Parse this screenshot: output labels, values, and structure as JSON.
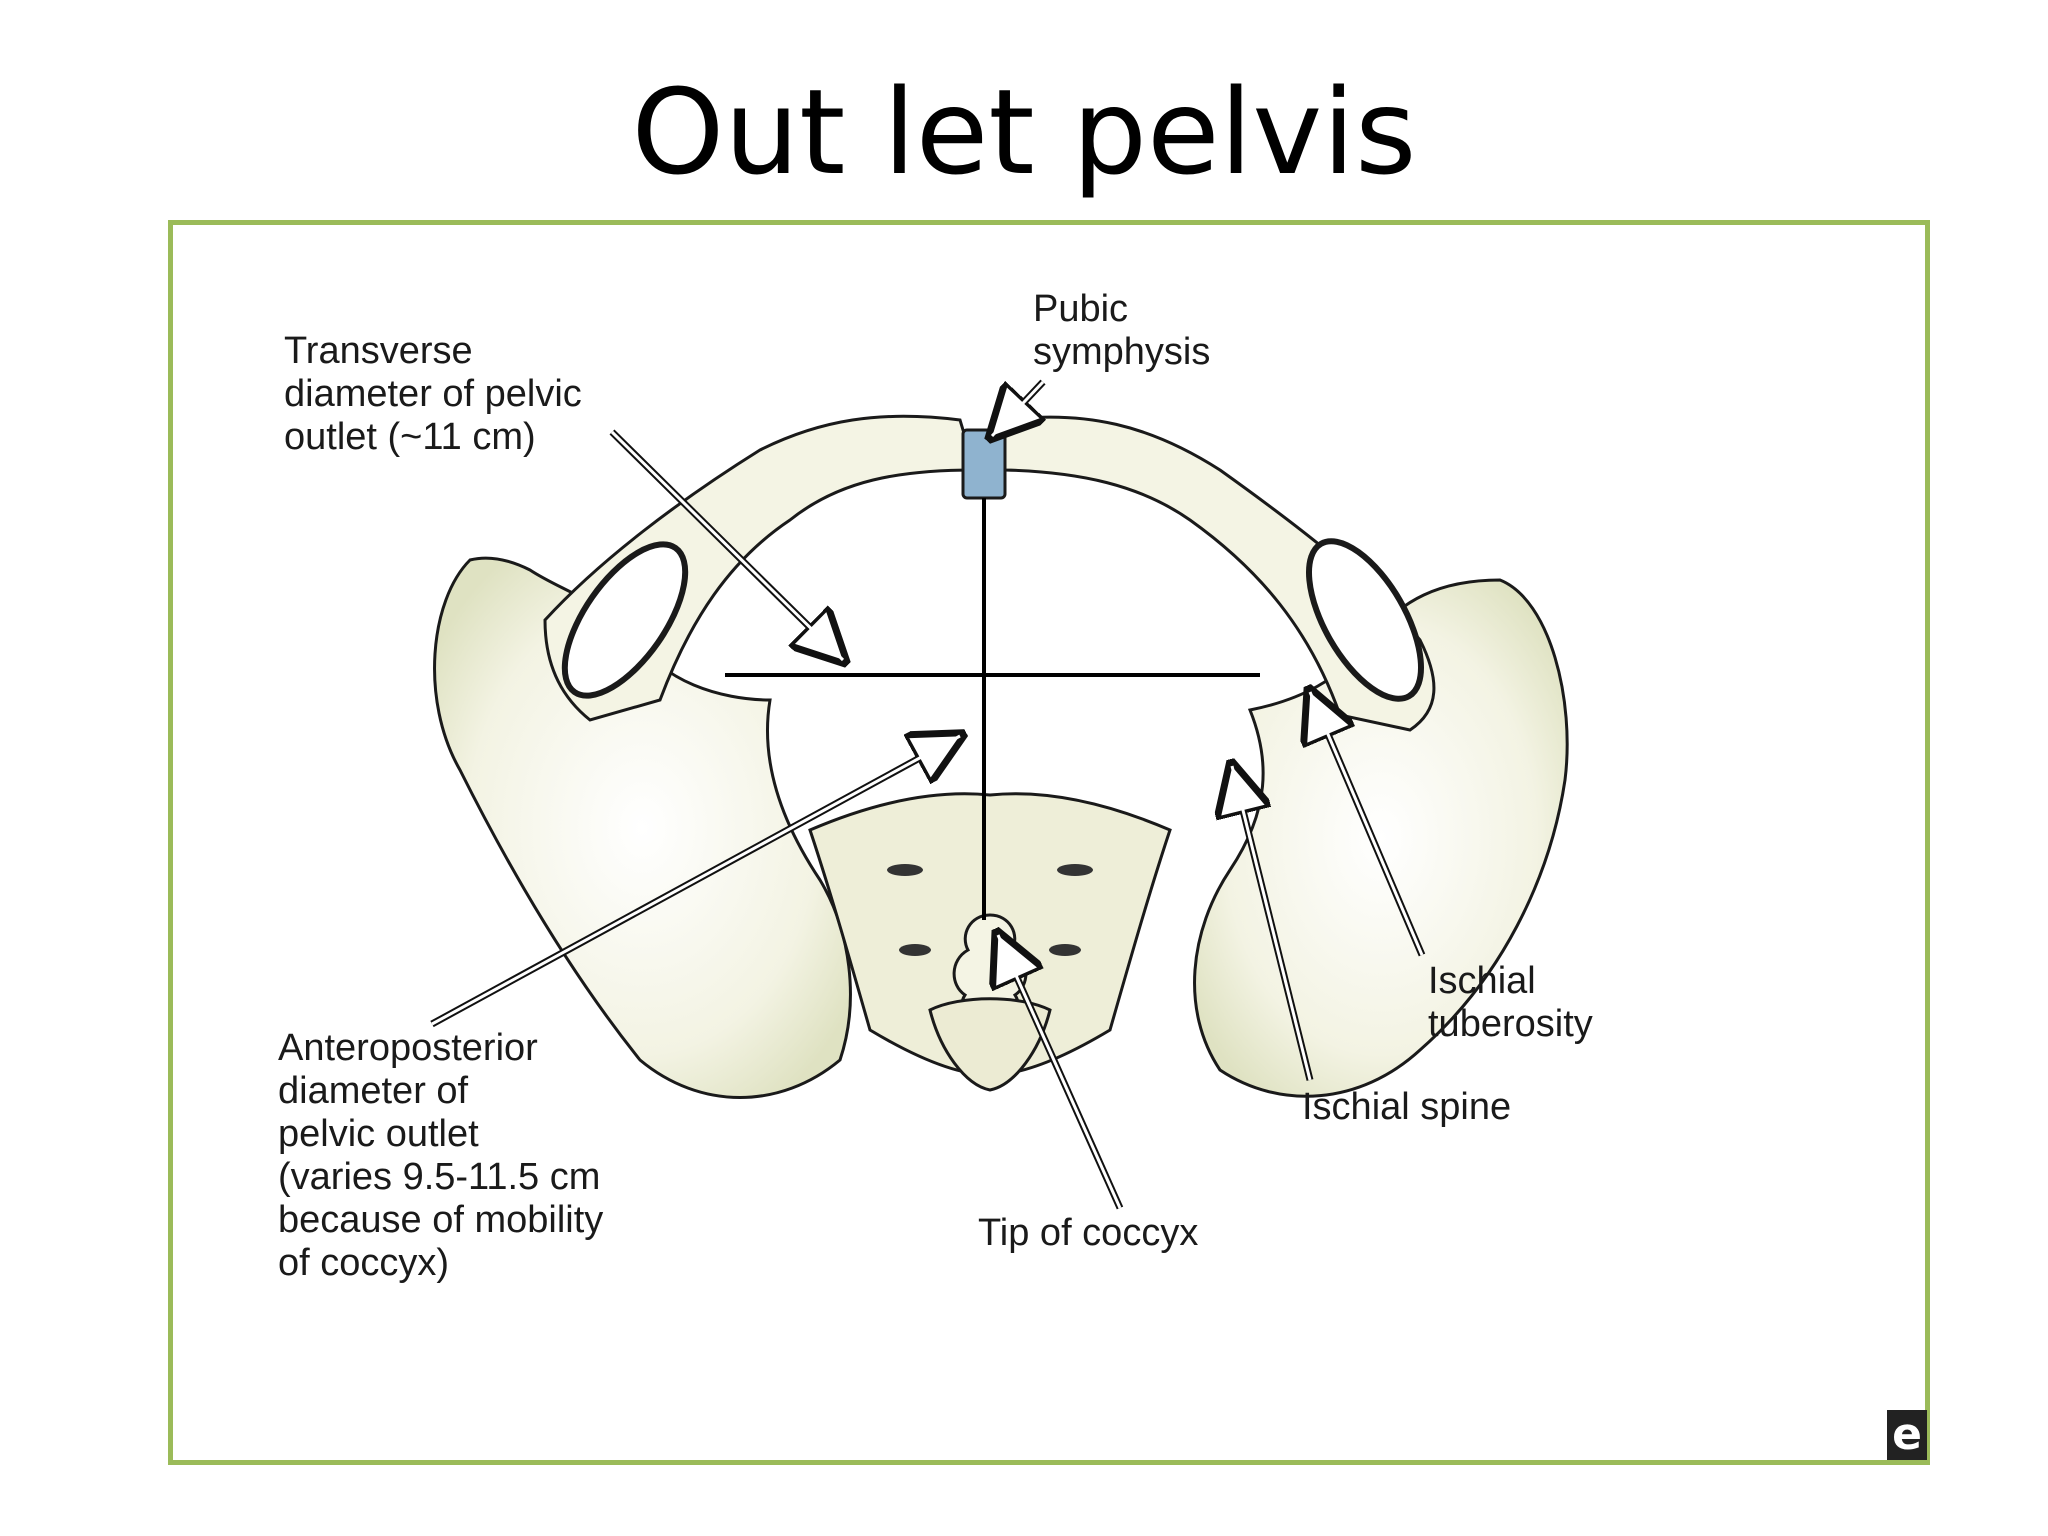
{
  "title": "Out let pelvis",
  "colors": {
    "frame_border": "#9bbb59",
    "bone_fill": "#f1f1dc",
    "bone_shade": "#d9dcb8",
    "pubic_symphysis": "#8fb3cf",
    "diameter_lines": "#000000"
  },
  "labels": {
    "transverse": "Transverse\ndiameter of pelvic\noutlet (~11 cm)",
    "pubic_symphysis": "Pubic\nsymphysis",
    "ischial_tuberosity": "Ischial\ntuberosity",
    "ischial_spine": "Ischial spine",
    "anteroposterior": "Anteroposterior\ndiameter of\npelvic outlet\n(varies 9.5-11.5 cm\nbecause of mobility\nof coccyx)",
    "coccyx_tip": "Tip of coccyx"
  },
  "watermark": "e"
}
